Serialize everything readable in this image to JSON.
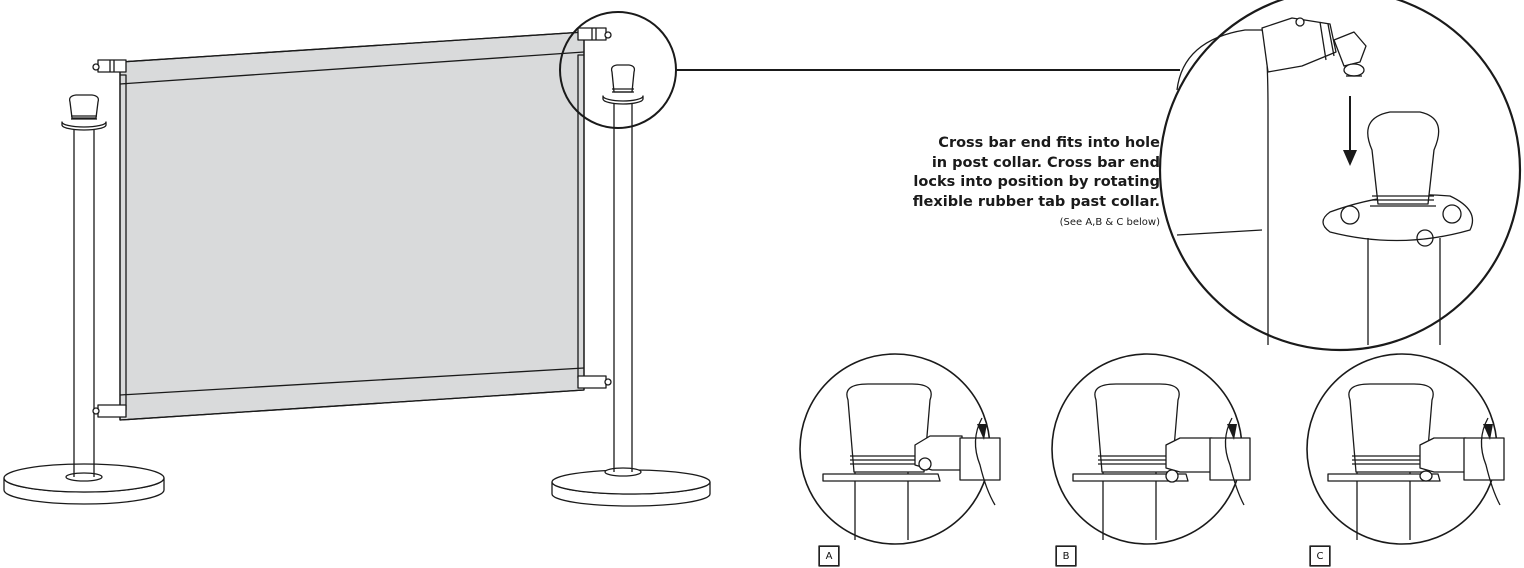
{
  "instruction": {
    "text_lines": [
      "Cross bar end fits into hole",
      "in post collar. Cross bar end",
      "locks into position by rotating",
      "flexible rubber tab past collar."
    ],
    "note": "(See A,B & C below)"
  },
  "steps": [
    {
      "label": "A"
    },
    {
      "label": "B"
    },
    {
      "label": "C"
    }
  ],
  "colors": {
    "line": "#1a1a1a",
    "banner": "#d9dadb",
    "background": "#ffffff"
  }
}
